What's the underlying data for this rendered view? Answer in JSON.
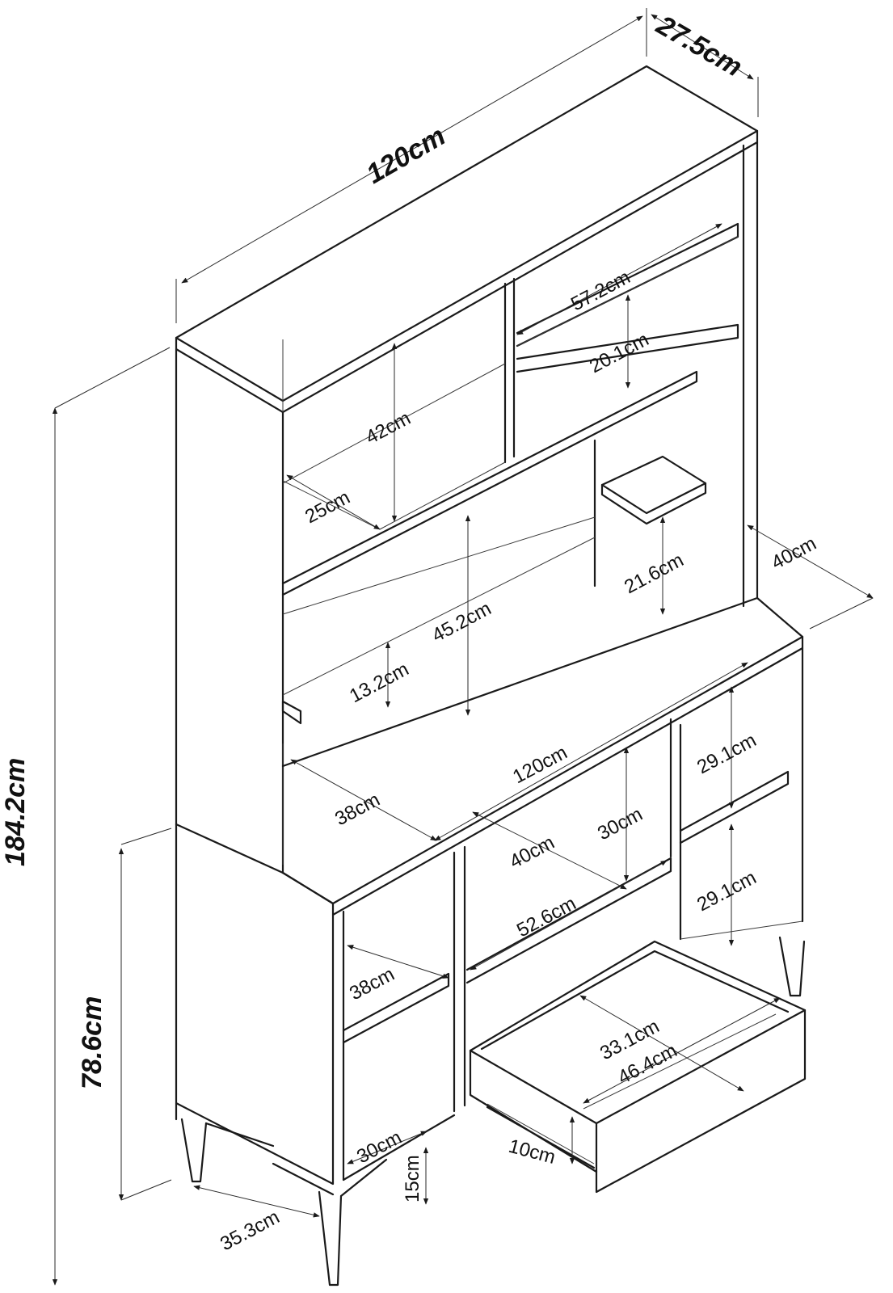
{
  "diagram": {
    "overall": {
      "width": "120cm",
      "depth_top": "27.5cm",
      "total_height": "184.2cm",
      "lower_height": "78.6cm"
    },
    "hutch": {
      "right_shelf_width": "57.2cm",
      "right_shelf_height": "20.1cm",
      "left_compartment_height": "42cm",
      "left_compartment_depth": "25cm",
      "center_opening_height": "45.2cm",
      "small_shelf_height": "21.6cm",
      "lower_shelf_gap": "13.2cm",
      "desk_depth_right": "40cm"
    },
    "desk": {
      "width": "120cm",
      "depth": "38cm",
      "right_upper_height": "29.1cm",
      "right_lower_height": "29.1cm",
      "center_opening_height": "30cm",
      "center_opening_depth": "40cm",
      "center_shelf_width": "52.6cm",
      "left_shelf_depth": "38cm",
      "left_bottom_depth": "30cm"
    },
    "drawer": {
      "inner_depth": "33.1cm",
      "inner_width": "46.4cm",
      "height": "10cm"
    },
    "legs": {
      "height": "15cm",
      "spread": "35.3cm"
    }
  }
}
